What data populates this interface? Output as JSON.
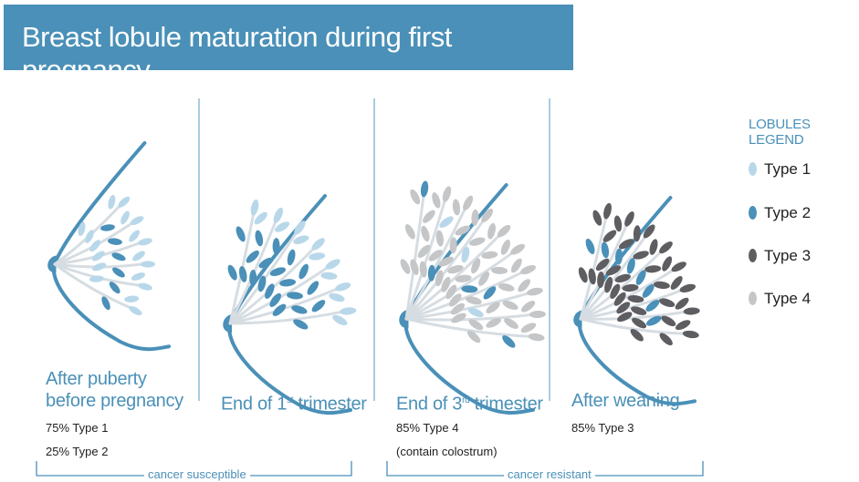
{
  "title": "Breast lobule maturation during first pregnancy",
  "colors": {
    "title_bg": "#4a90b8",
    "type1": "#b8d8ea",
    "type2": "#4a90b8",
    "type3": "#5e5e62",
    "type4": "#c4c6c8",
    "outline": "#4a90b8"
  },
  "stages": [
    {
      "caption_line1": "After puberty",
      "caption_line2": "before pregnancy",
      "stats": [
        "75% Type 1",
        "25% Type 2"
      ]
    },
    {
      "caption_main": "End of 1",
      "caption_sup": "st",
      "caption_tail": " trimester",
      "stats": []
    },
    {
      "caption_main": "End of 3",
      "caption_sup": "rd",
      "caption_tail": " trimester",
      "stats": [
        "85% Type 4",
        "(contain colostrum)"
      ]
    },
    {
      "caption_main": "After weaning",
      "stats": [
        "85% Type 3"
      ]
    }
  ],
  "legend": {
    "title": "LOBULES LEGEND",
    "items": [
      {
        "label": "Type 1",
        "color": "#b8d8ea"
      },
      {
        "label": "Type 2",
        "color": "#4a90b8"
      },
      {
        "label": "Type 3",
        "color": "#5e5e62"
      },
      {
        "label": "Type 4",
        "color": "#c4c6c8"
      }
    ]
  },
  "brackets": {
    "susceptible": "cancer susceptible",
    "resistant": "cancer resistant"
  }
}
